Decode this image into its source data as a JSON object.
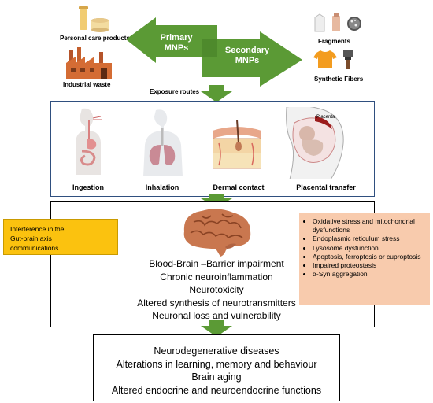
{
  "sources": {
    "personal_care": "Personal care products",
    "industrial": "Industrial waste",
    "fragments": "Fragments",
    "synthetic": "Synthetic Fibers"
  },
  "mnps": {
    "primary_line1": "Primary",
    "primary_line2": "MNPs",
    "secondary_line1": "Secondary",
    "secondary_line2": "MNPs"
  },
  "exposure_label": "Exposure routes",
  "routes": {
    "ingestion": "Ingestion",
    "inhalation": "Inhalation",
    "dermal": "Dermal contact",
    "placental": "Placental transfer",
    "placenta_caption": "Placenta"
  },
  "left_box": {
    "line1": "Interference in the",
    "line2": "Gut-brain axis",
    "line3": "communications"
  },
  "center_effects": [
    "Blood-Brain –Barrier  impairment",
    "Chronic neuroinflammation",
    "Neurotoxicity",
    "Altered synthesis of neurotransmitters",
    "Neuronal loss and vulnerability"
  ],
  "right_box": [
    "Oxidative stress and mitochondrial dysfunctions",
    "Endoplasmic reticulum stress",
    "Lysosome dysfunction",
    "Apoptosis, ferroptosis or cuproptosis",
    "Impaired proteostasis",
    "α-Syn aggregation"
  ],
  "outcomes": [
    "Neurodegenerative diseases",
    "Alterations in learning, memory and behaviour",
    "Brain aging",
    "Altered endocrine and neuroendocrine functions"
  ],
  "colors": {
    "arrow_green": "#5b9a35",
    "box_blue": "#2f4f7f",
    "peach": "#f8cbad",
    "yellow": "#fbc20f"
  }
}
